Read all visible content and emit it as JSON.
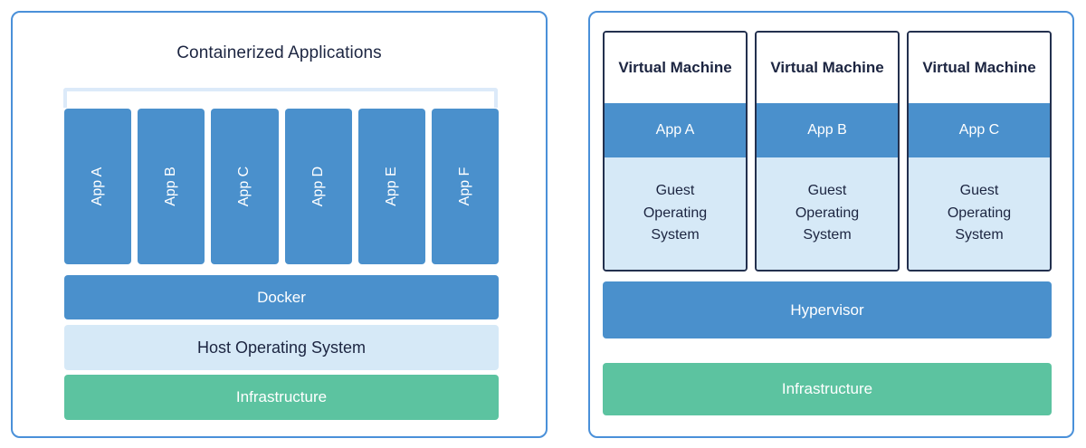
{
  "diagram": {
    "type": "architecture-comparison",
    "accent_border_color": "#4a90d9",
    "palette": {
      "blue": "#4a90cc",
      "light_blue": "#d6e9f7",
      "green": "#5cc3a0",
      "navy_text": "#1c2541",
      "bracket": "#dceaf9",
      "vm_border": "#23304e"
    }
  },
  "containers_panel": {
    "title": "Containerized Applications",
    "apps": [
      {
        "label": "App A"
      },
      {
        "label": "App B"
      },
      {
        "label": "App C"
      },
      {
        "label": "App D"
      },
      {
        "label": "App E"
      },
      {
        "label": "App F"
      }
    ],
    "layers": [
      {
        "label": "Docker",
        "color": "#4a90cc"
      },
      {
        "label": "Host Operating System",
        "color": "#d6e9f7"
      },
      {
        "label": "Infrastructure",
        "color": "#5cc3a0"
      }
    ],
    "docker_label": "Docker",
    "host_os_label": "Host Operating System",
    "infrastructure_label": "Infrastructure"
  },
  "vms_panel": {
    "vms": [
      {
        "title": "Virtual Machine",
        "app": "App A",
        "guest_os": "Guest\nOperating\nSystem"
      },
      {
        "title": "Virtual Machine",
        "app": "App B",
        "guest_os": "Guest\nOperating\nSystem"
      },
      {
        "title": "Virtual Machine",
        "app": "App C",
        "guest_os": "Guest\nOperating\nSystem"
      }
    ],
    "layers": [
      {
        "label": "Hypervisor",
        "color": "#4a90cc"
      },
      {
        "label": "Infrastructure",
        "color": "#5cc3a0"
      }
    ],
    "hypervisor_label": "Hypervisor",
    "infrastructure_label": "Infrastructure"
  }
}
